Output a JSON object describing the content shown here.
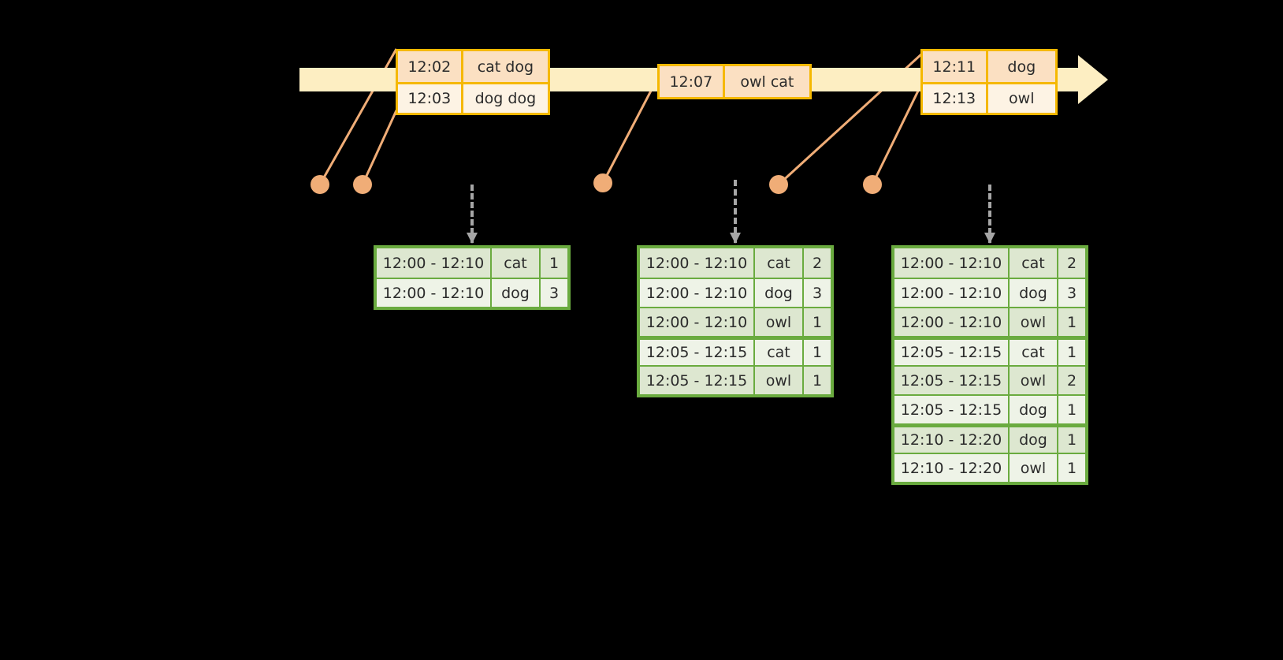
{
  "timeline": {
    "name": "event-stream-timeline",
    "bar_color": "#fdeec2",
    "border_color": "#f5b800",
    "events": [
      {
        "id": "evt-box-1",
        "rows": [
          {
            "time": "12:02",
            "value": "cat dog"
          },
          {
            "time": "12:03",
            "value": "dog dog"
          }
        ]
      },
      {
        "id": "evt-box-2",
        "rows": [
          {
            "time": "12:07",
            "value": "owl cat"
          }
        ]
      },
      {
        "id": "evt-box-3",
        "rows": [
          {
            "time": "12:11",
            "value": "dog"
          },
          {
            "time": "12:13",
            "value": "owl"
          }
        ]
      }
    ],
    "dot_color": "#f0ad77",
    "dot_count": 5
  },
  "arrows": {
    "color": "#a6a6a6",
    "style": "dashed",
    "direction": "down",
    "count": 3
  },
  "results": {
    "border_color": "#6aab3f",
    "fill_color": "#eef3e7",
    "shade_color": "#dde7d0",
    "tables": [
      {
        "id": "res-table-1",
        "rows": [
          {
            "window": "12:00 - 12:10",
            "key": "cat",
            "count": "1"
          },
          {
            "window": "12:00 - 12:10",
            "key": "dog",
            "count": "3"
          }
        ]
      },
      {
        "id": "res-table-2",
        "rows": [
          {
            "window": "12:00 - 12:10",
            "key": "cat",
            "count": "2"
          },
          {
            "window": "12:00 - 12:10",
            "key": "dog",
            "count": "3"
          },
          {
            "window": "12:00 - 12:10",
            "key": "owl",
            "count": "1"
          },
          {
            "window": "12:05 - 12:15",
            "key": "cat",
            "count": "1"
          },
          {
            "window": "12:05 - 12:15",
            "key": "owl",
            "count": "1"
          }
        ]
      },
      {
        "id": "res-table-3",
        "rows": [
          {
            "window": "12:00 - 12:10",
            "key": "cat",
            "count": "2"
          },
          {
            "window": "12:00 - 12:10",
            "key": "dog",
            "count": "3"
          },
          {
            "window": "12:00 - 12:10",
            "key": "owl",
            "count": "1"
          },
          {
            "window": "12:05 - 12:15",
            "key": "cat",
            "count": "1"
          },
          {
            "window": "12:05 - 12:15",
            "key": "owl",
            "count": "2"
          },
          {
            "window": "12:05 - 12:15",
            "key": "dog",
            "count": "1"
          },
          {
            "window": "12:10 - 12:20",
            "key": "dog",
            "count": "1"
          },
          {
            "window": "12:10 - 12:20",
            "key": "owl",
            "count": "1"
          }
        ]
      }
    ]
  }
}
